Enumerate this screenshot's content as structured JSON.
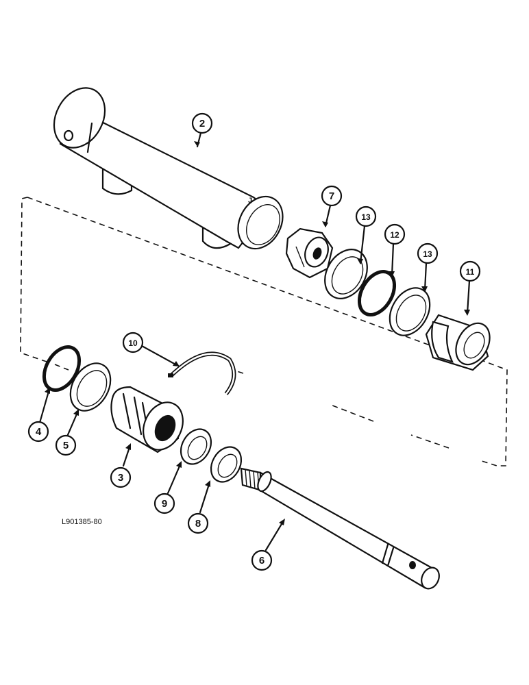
{
  "figure_code": "L901385-80",
  "callouts": [
    {
      "id": "c2",
      "label": "2",
      "part": "cylinder-barrel"
    },
    {
      "id": "c7",
      "label": "7",
      "part": "hex-nut"
    },
    {
      "id": "c13a",
      "label": "13",
      "part": "backup-ring-upper"
    },
    {
      "id": "c12",
      "label": "12",
      "part": "o-ring"
    },
    {
      "id": "c13b",
      "label": "13",
      "part": "backup-ring-lower"
    },
    {
      "id": "c11",
      "label": "11",
      "part": "piston"
    },
    {
      "id": "c10",
      "label": "10",
      "part": "retaining-wire"
    },
    {
      "id": "c4",
      "label": "4",
      "part": "o-ring-small"
    },
    {
      "id": "c5",
      "label": "5",
      "part": "backup-ring"
    },
    {
      "id": "c3",
      "label": "3",
      "part": "gland"
    },
    {
      "id": "c9",
      "label": "9",
      "part": "wiper-seal"
    },
    {
      "id": "c8",
      "label": "8",
      "part": "rod-seal"
    },
    {
      "id": "c6",
      "label": "6",
      "part": "piston-rod"
    }
  ]
}
